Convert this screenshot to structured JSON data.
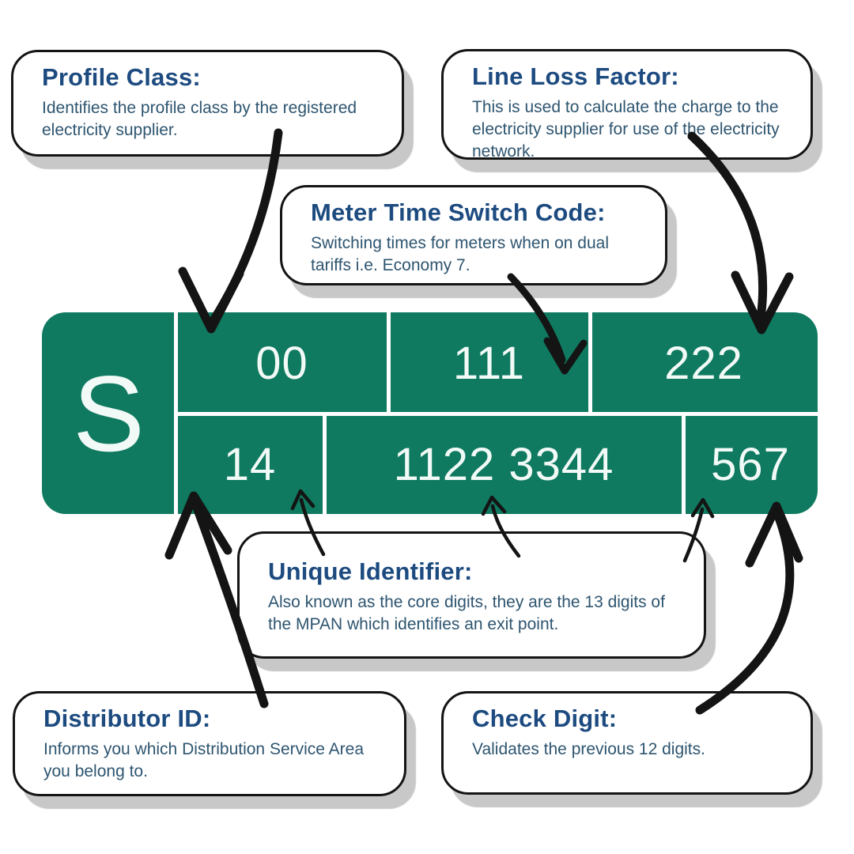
{
  "colors": {
    "green": "#0f7a60",
    "heading": "#1d4b80",
    "body": "#2e5570",
    "arrow": "#141414",
    "shadow": "#c8c8c8",
    "cellText": "#f2faf7"
  },
  "callouts": {
    "profile_class": {
      "title": "Profile Class:",
      "description": "Identifies the profile class by the registered electricity supplier."
    },
    "line_loss_factor": {
      "title": "Line Loss Factor:",
      "description": "This is used to calculate the charge to the electricity supplier for use of the electricity network."
    },
    "meter_time_switch_code": {
      "title": "Meter Time Switch Code:",
      "description": "Switching times for meters when on dual tariffs i.e. Economy 7."
    },
    "unique_identifier": {
      "title": "Unique Identifier:",
      "description": "Also known as the core digits, they are the 13 digits of the MPAN which identifies an exit point."
    },
    "distributor_id": {
      "title": "Distributor ID:",
      "description": "Informs you which Distribution Service Area you belong to."
    },
    "check_digit": {
      "title": "Check Digit:",
      "description": "Validates the previous 12 digits."
    }
  },
  "mpan": {
    "supplier_letter": "S",
    "top_row": [
      "00",
      "111",
      "222"
    ],
    "bottom_row": [
      "14",
      "1122 3344",
      "567"
    ]
  }
}
